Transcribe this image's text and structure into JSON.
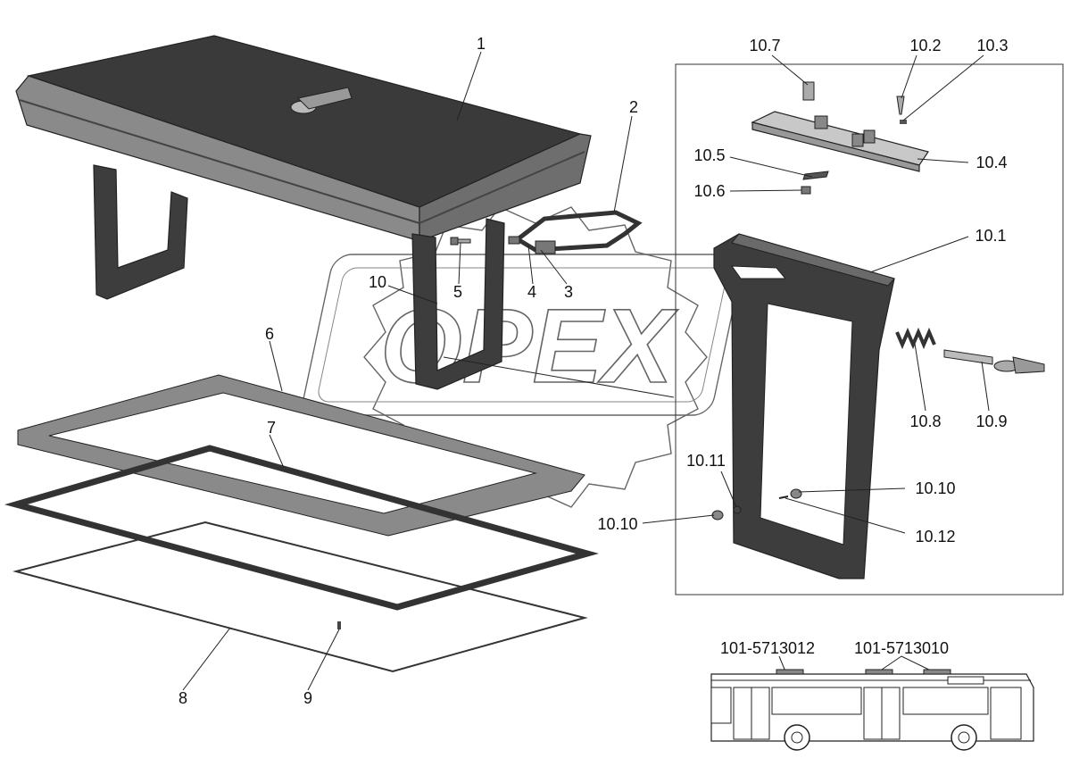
{
  "labels": {
    "p1": "1",
    "p2": "2",
    "p3": "3",
    "p4": "4",
    "p5": "5",
    "p6": "6",
    "p7": "7",
    "p8": "8",
    "p9": "9",
    "p10": "10",
    "p10_1": "10.1",
    "p10_2": "10.2",
    "p10_3": "10.3",
    "p10_4": "10.4",
    "p10_5": "10.5",
    "p10_6": "10.6",
    "p10_7": "10.7",
    "p10_8": "10.8",
    "p10_9": "10.9",
    "p10_10a": "10.10",
    "p10_10b": "10.10",
    "p10_11": "10.11",
    "p10_12": "10.12"
  },
  "bus_labels": {
    "left": "101-5713012",
    "right": "101-5713010"
  },
  "watermark": "OPEX"
}
